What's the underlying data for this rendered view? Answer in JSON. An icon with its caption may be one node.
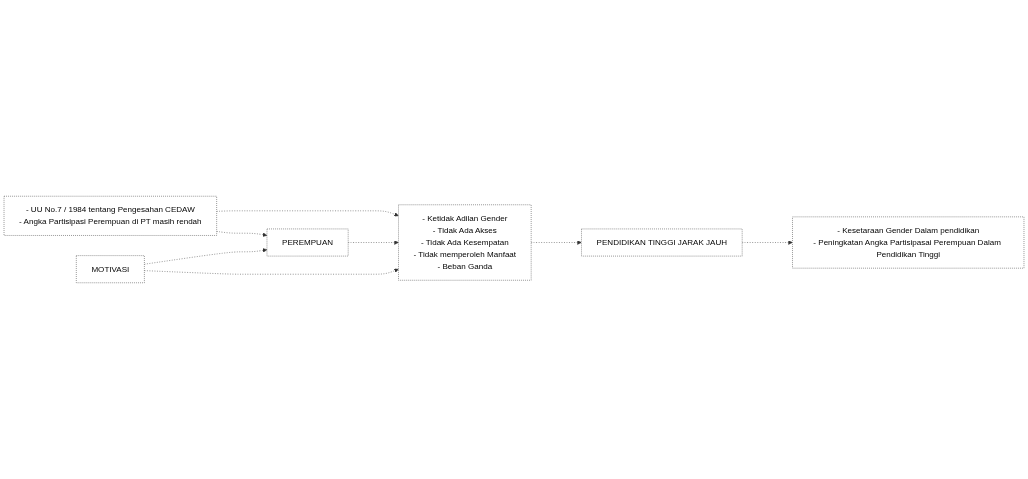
{
  "diagram": {
    "nodes": [
      {
        "text": [
          "- UU No.7 / 1984 tentang Pengesahan CEDAW",
          "- Angka Partisipasi Perempuan di PT masih rendah"
        ]
      },
      {
        "text": [
          "PEREMPUAN"
        ]
      },
      {
        "text": [
          "- Ketidak Adilan Gender",
          "- Tidak Ada Akses",
          "- Tidak Ada Kesempatan",
          "- Tidak memperoleh Manfaat",
          "- Beban Ganda"
        ]
      },
      {
        "text": [
          "PENDIDIKAN TINGGI JARAK JAUH"
        ]
      },
      {
        "text": [
          "- Kesetaraan Gender Dalam pendidikan",
          "- Peningkatan Angka Partisipasai Perempuan Dalam Pendidikan Tinggi"
        ]
      },
      {
        "text": [
          "MOTIVASI"
        ]
      }
    ],
    "edges": [
      {
        "from": 0,
        "to": 1,
        "arrow": "to"
      },
      {
        "from": 0,
        "to": 2,
        "arrow": "to"
      },
      {
        "from": 1,
        "to": 2,
        "arrow": "to"
      },
      {
        "from": 2,
        "to": 3,
        "arrow": "to"
      },
      {
        "from": 3,
        "to": 4,
        "arrow": "to"
      },
      {
        "from": 5,
        "to": 2,
        "arrow": "to"
      },
      {
        "from": 5,
        "to": 1,
        "arrow": "to"
      }
    ]
  }
}
